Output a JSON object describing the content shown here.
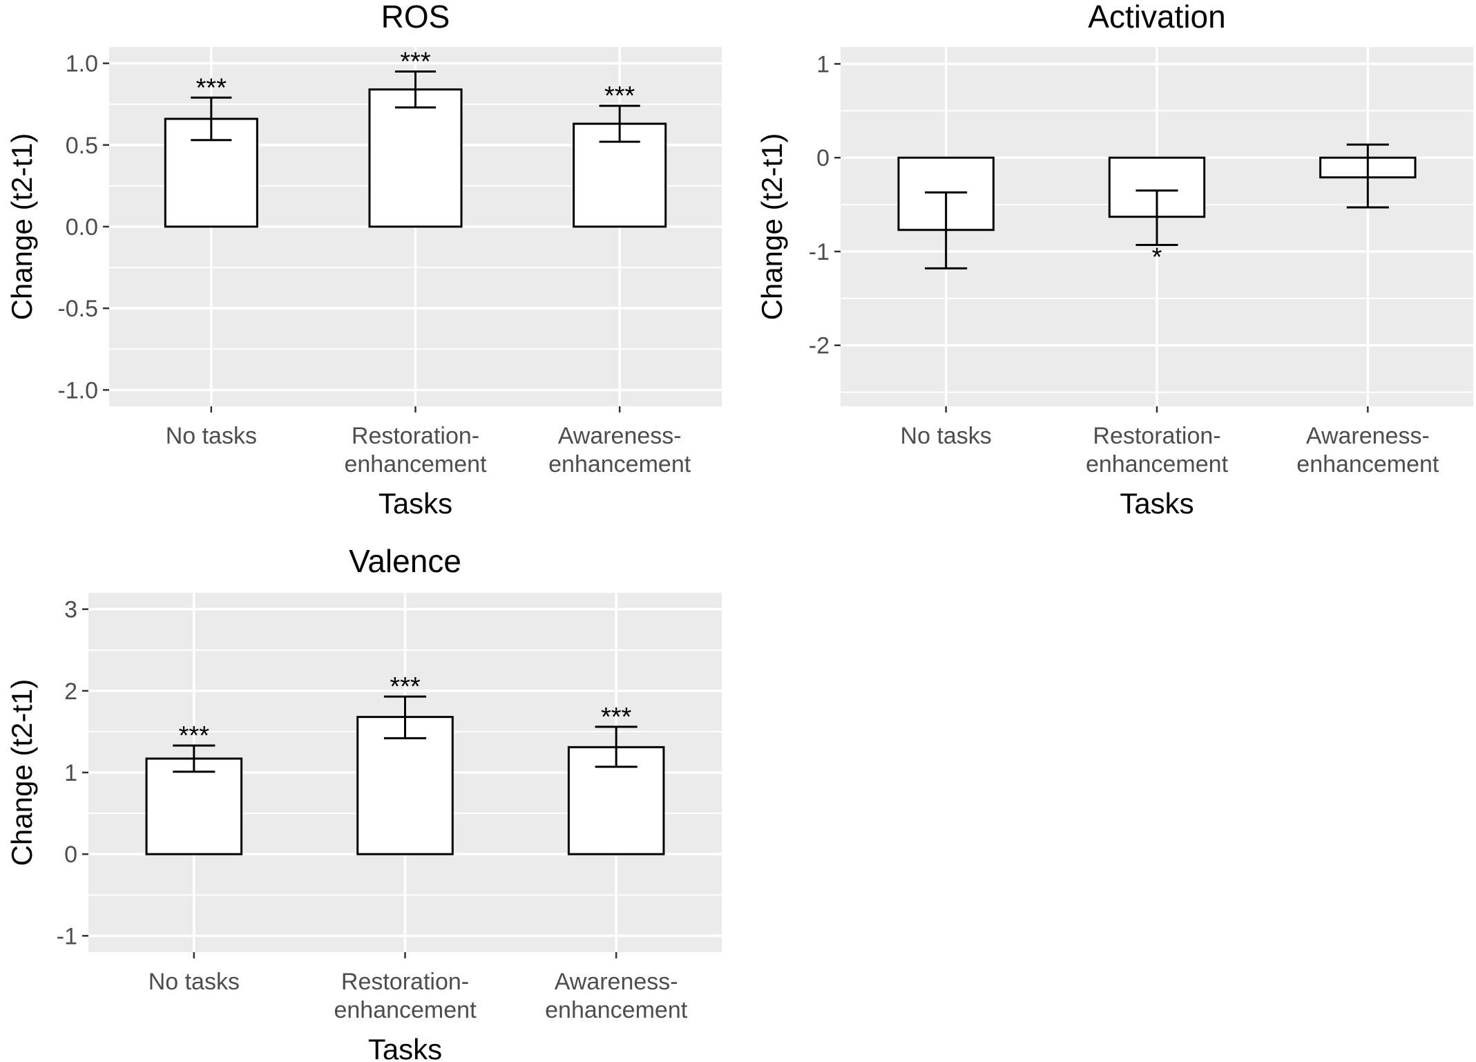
{
  "chart_data": [
    {
      "type": "bar",
      "title": "ROS",
      "xlabel": "Tasks",
      "ylabel": "Change (t2-t1)",
      "categories": [
        [
          "No tasks"
        ],
        [
          "Restoration-",
          "enhancement"
        ],
        [
          "Awareness-",
          "enhancement"
        ]
      ],
      "values": [
        0.66,
        0.84,
        0.63
      ],
      "error_low": [
        0.53,
        0.73,
        0.52
      ],
      "error_high": [
        0.79,
        0.95,
        0.74
      ],
      "significance": [
        "***",
        "***",
        "***"
      ],
      "ylim": [
        -1.1,
        1.1
      ],
      "yticks": [
        -1.0,
        -0.5,
        0.0,
        0.5,
        1.0
      ],
      "ytick_labels": [
        "-1.0",
        "-0.5",
        "0.0",
        "0.5",
        "1.0"
      ],
      "grid": true,
      "background": "#ebebeb",
      "bar_fill": "#ffffff",
      "bar_stroke": "#000000"
    },
    {
      "type": "bar",
      "title": "Activation",
      "xlabel": "Tasks",
      "ylabel": "Change (t2-t1)",
      "categories": [
        [
          "No tasks"
        ],
        [
          "Restoration-",
          "enhancement"
        ],
        [
          "Awareness-",
          "enhancement"
        ]
      ],
      "values": [
        -0.77,
        -0.63,
        -0.21
      ],
      "error_low": [
        -1.18,
        -0.93,
        -0.53
      ],
      "error_high": [
        -0.37,
        -0.35,
        0.14
      ],
      "significance": [
        "",
        "*",
        ""
      ],
      "ylim": [
        -2.65,
        1.18
      ],
      "yticks": [
        -2,
        -1,
        0,
        1
      ],
      "ytick_labels": [
        "-2",
        "-1",
        "0",
        "1"
      ],
      "grid": true,
      "background": "#ebebeb",
      "bar_fill": "#ffffff",
      "bar_stroke": "#000000"
    },
    {
      "type": "bar",
      "title": "Valence",
      "xlabel": "Tasks",
      "ylabel": "Change (t2-t1)",
      "categories": [
        [
          "No tasks"
        ],
        [
          "Restoration-",
          "enhancement"
        ],
        [
          "Awareness-",
          "enhancement"
        ]
      ],
      "values": [
        1.17,
        1.68,
        1.31
      ],
      "error_low": [
        1.01,
        1.42,
        1.07
      ],
      "error_high": [
        1.33,
        1.93,
        1.56
      ],
      "significance": [
        "***",
        "***",
        "***"
      ],
      "ylim": [
        -1.2,
        3.2
      ],
      "yticks": [
        -1,
        0,
        1,
        2,
        3
      ],
      "ytick_labels": [
        "-1",
        "0",
        "1",
        "2",
        "3"
      ],
      "grid": true,
      "background": "#ebebeb",
      "bar_fill": "#ffffff",
      "bar_stroke": "#000000"
    }
  ]
}
